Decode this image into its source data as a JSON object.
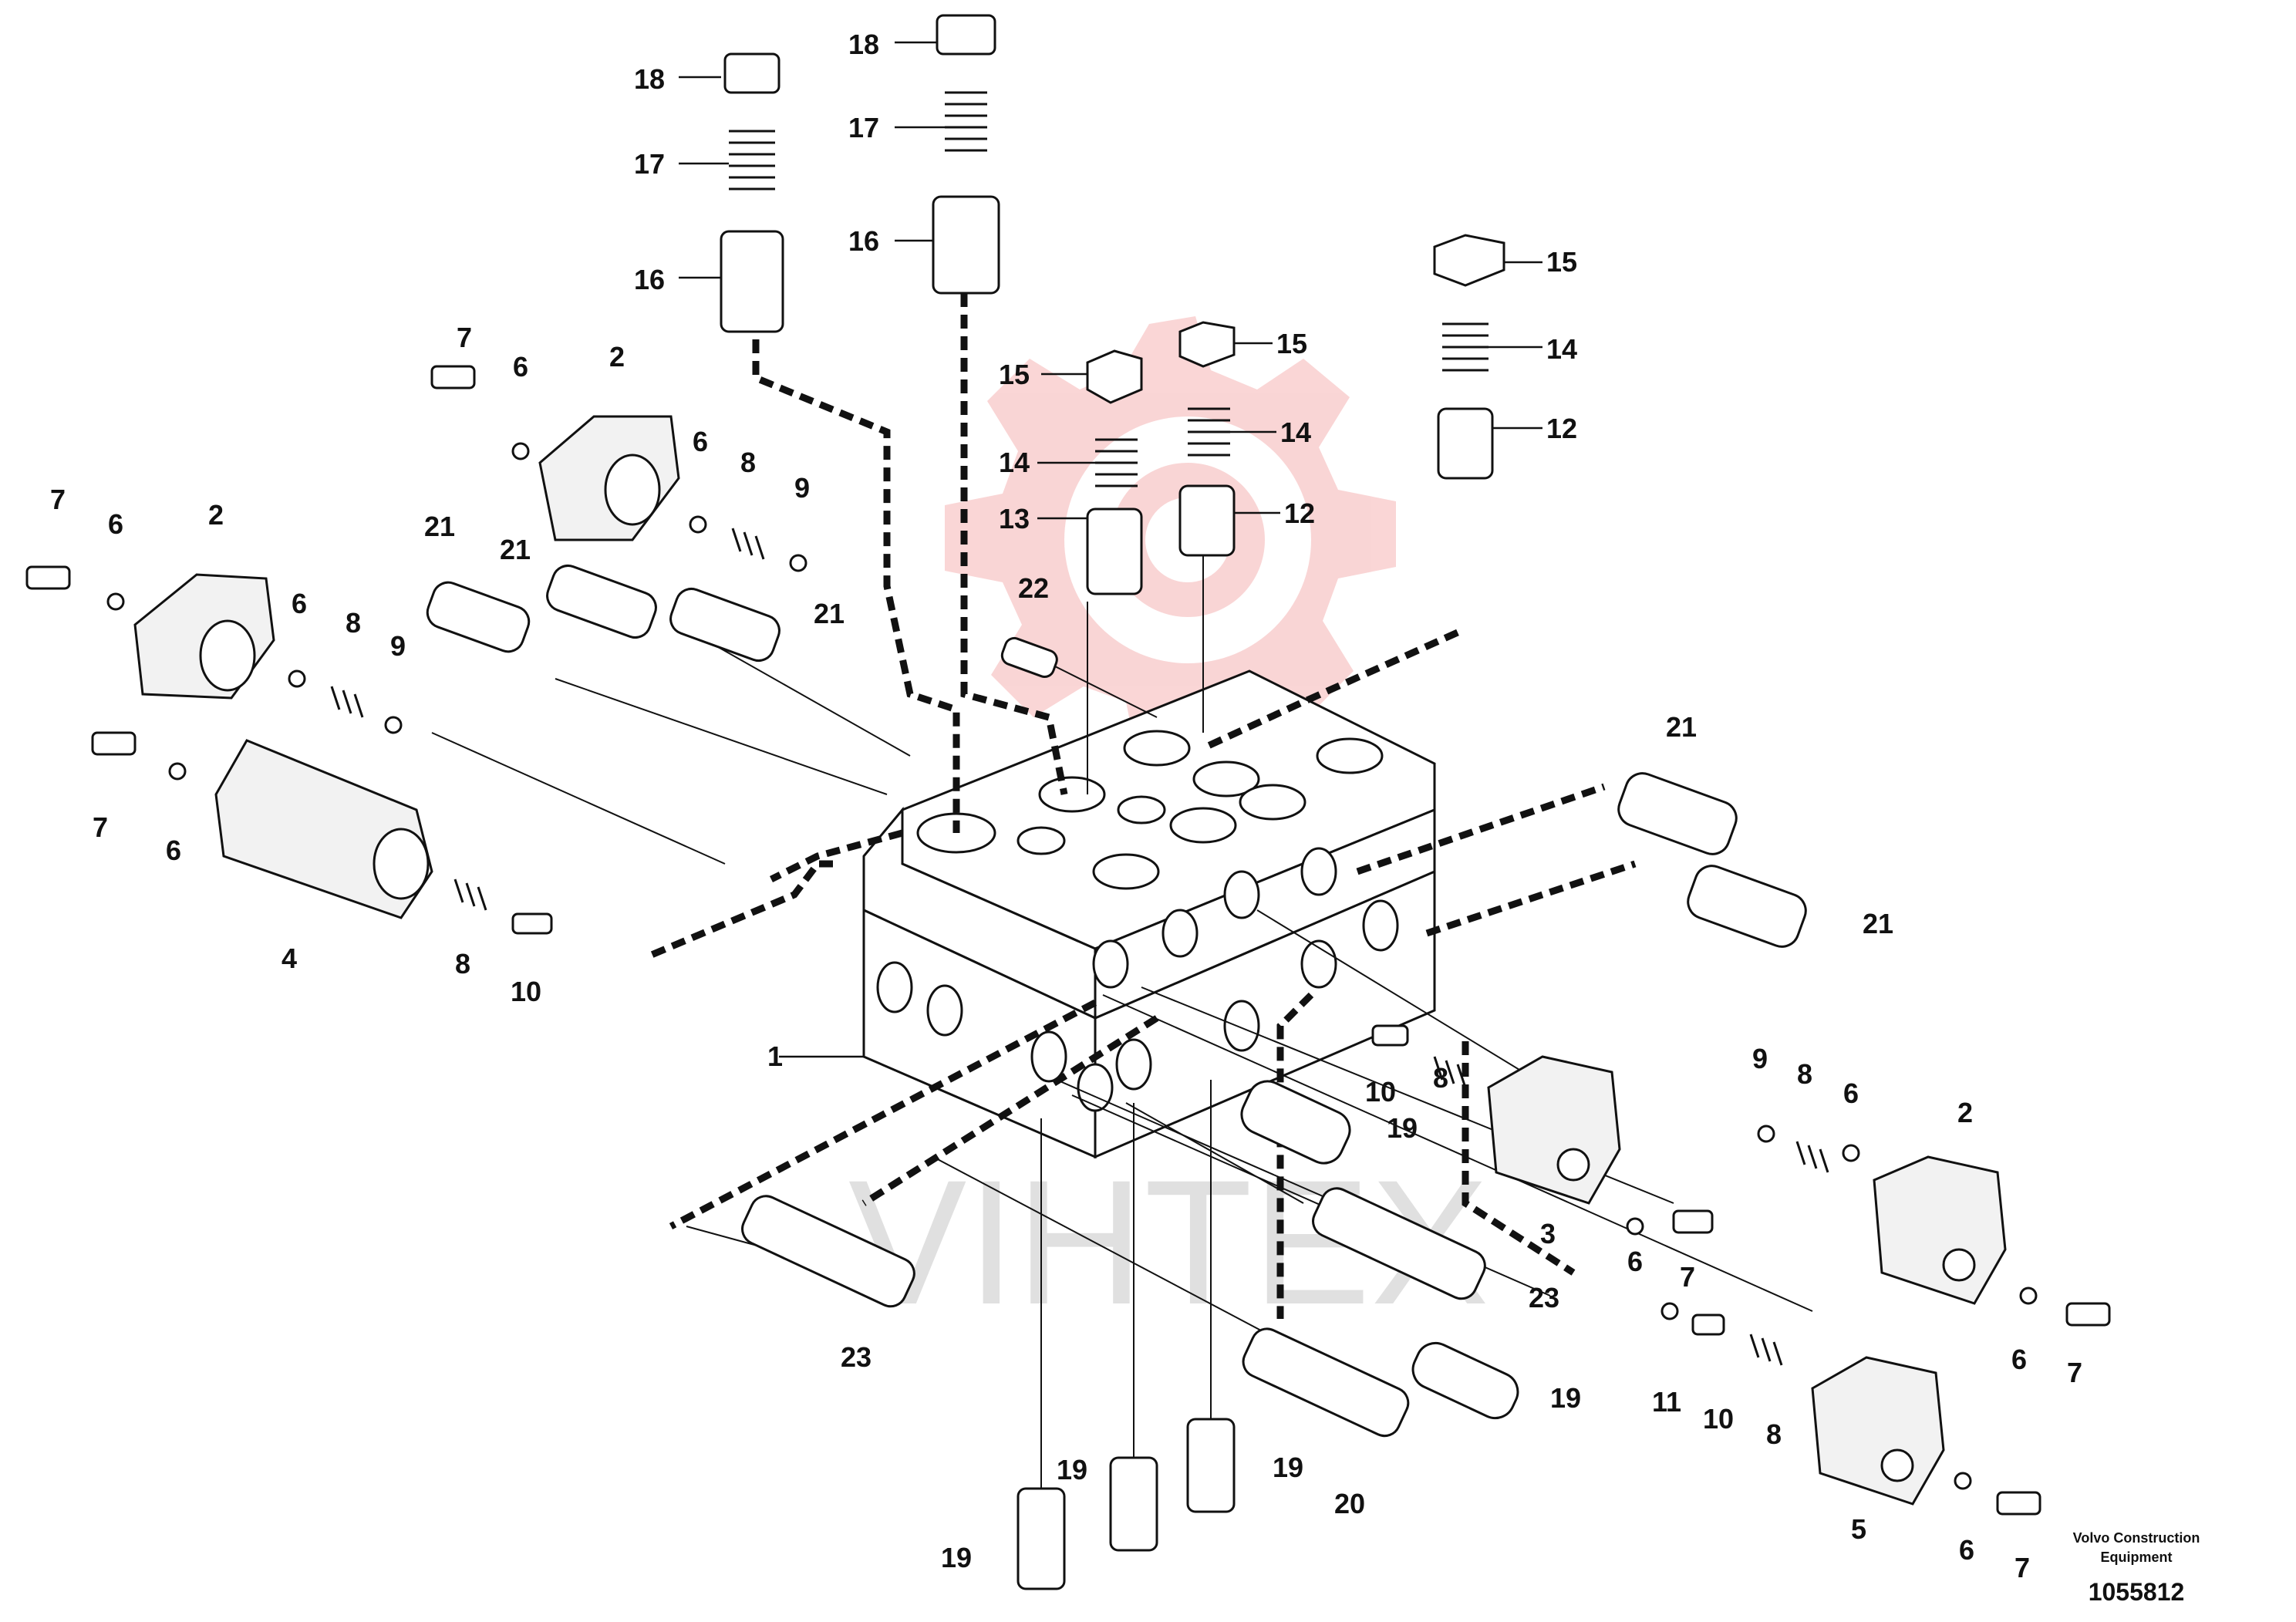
{
  "drawing": {
    "manufacturer_line1": "Volvo Construction",
    "manufacturer_line2": "Equipment",
    "reference_number": "1055812"
  },
  "watermark": {
    "text": "VIHTEX",
    "colors": {
      "gear": "#f7c9c9",
      "text": "#d9d9d9"
    }
  },
  "callouts": [
    "18",
    "17",
    "16",
    "18",
    "17",
    "16",
    "15",
    "14",
    "12",
    "15",
    "14",
    "12",
    "15",
    "14",
    "13",
    "7",
    "6",
    "2",
    "6",
    "8",
    "9",
    "7",
    "6",
    "2",
    "6",
    "8",
    "9",
    "21",
    "21",
    "21",
    "22",
    "7",
    "6",
    "4",
    "8",
    "10",
    "21",
    "21",
    "1",
    "10",
    "8",
    "9",
    "8",
    "6",
    "2",
    "19",
    "3",
    "6",
    "7",
    "23",
    "23",
    "11",
    "10",
    "8",
    "19",
    "6",
    "7",
    "5",
    "6",
    "7",
    "19",
    "19",
    "19",
    "20"
  ]
}
